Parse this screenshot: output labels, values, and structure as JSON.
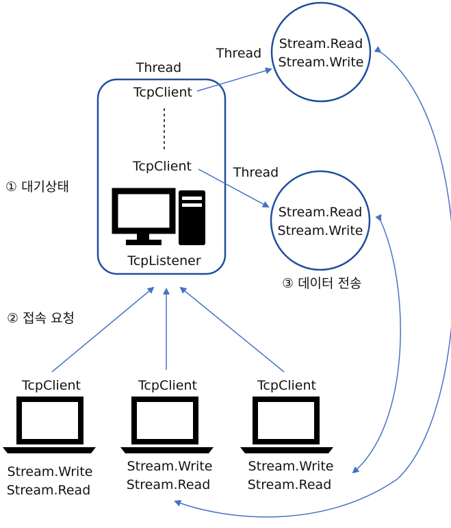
{
  "server": {
    "thread_label": "Thread",
    "client_top": "TcpClient",
    "client_bottom": "TcpClient",
    "listener_label": "TcpListener"
  },
  "threads": [
    {
      "arrow_label": "Thread",
      "line1": "Stream.Read",
      "line2": "Stream.Write"
    },
    {
      "arrow_label": "Thread",
      "line1": "Stream.Read",
      "line2": "Stream.Write"
    }
  ],
  "steps": {
    "step1": "① 대기상태",
    "step2": "② 접속 요청",
    "step3": "③ 데이터 전송"
  },
  "clients": [
    {
      "title": "TcpClient",
      "line1": "Stream.Write",
      "line2": "Stream.Read"
    },
    {
      "title": "TcpClient",
      "line1": "Stream.Write",
      "line2": "Stream.Read"
    },
    {
      "title": "TcpClient",
      "line1": "Stream.Write",
      "line2": "Stream.Read"
    }
  ],
  "colors": {
    "accent": "#1f4e9c",
    "arrow": "#4472c4",
    "ink": "#000000"
  }
}
